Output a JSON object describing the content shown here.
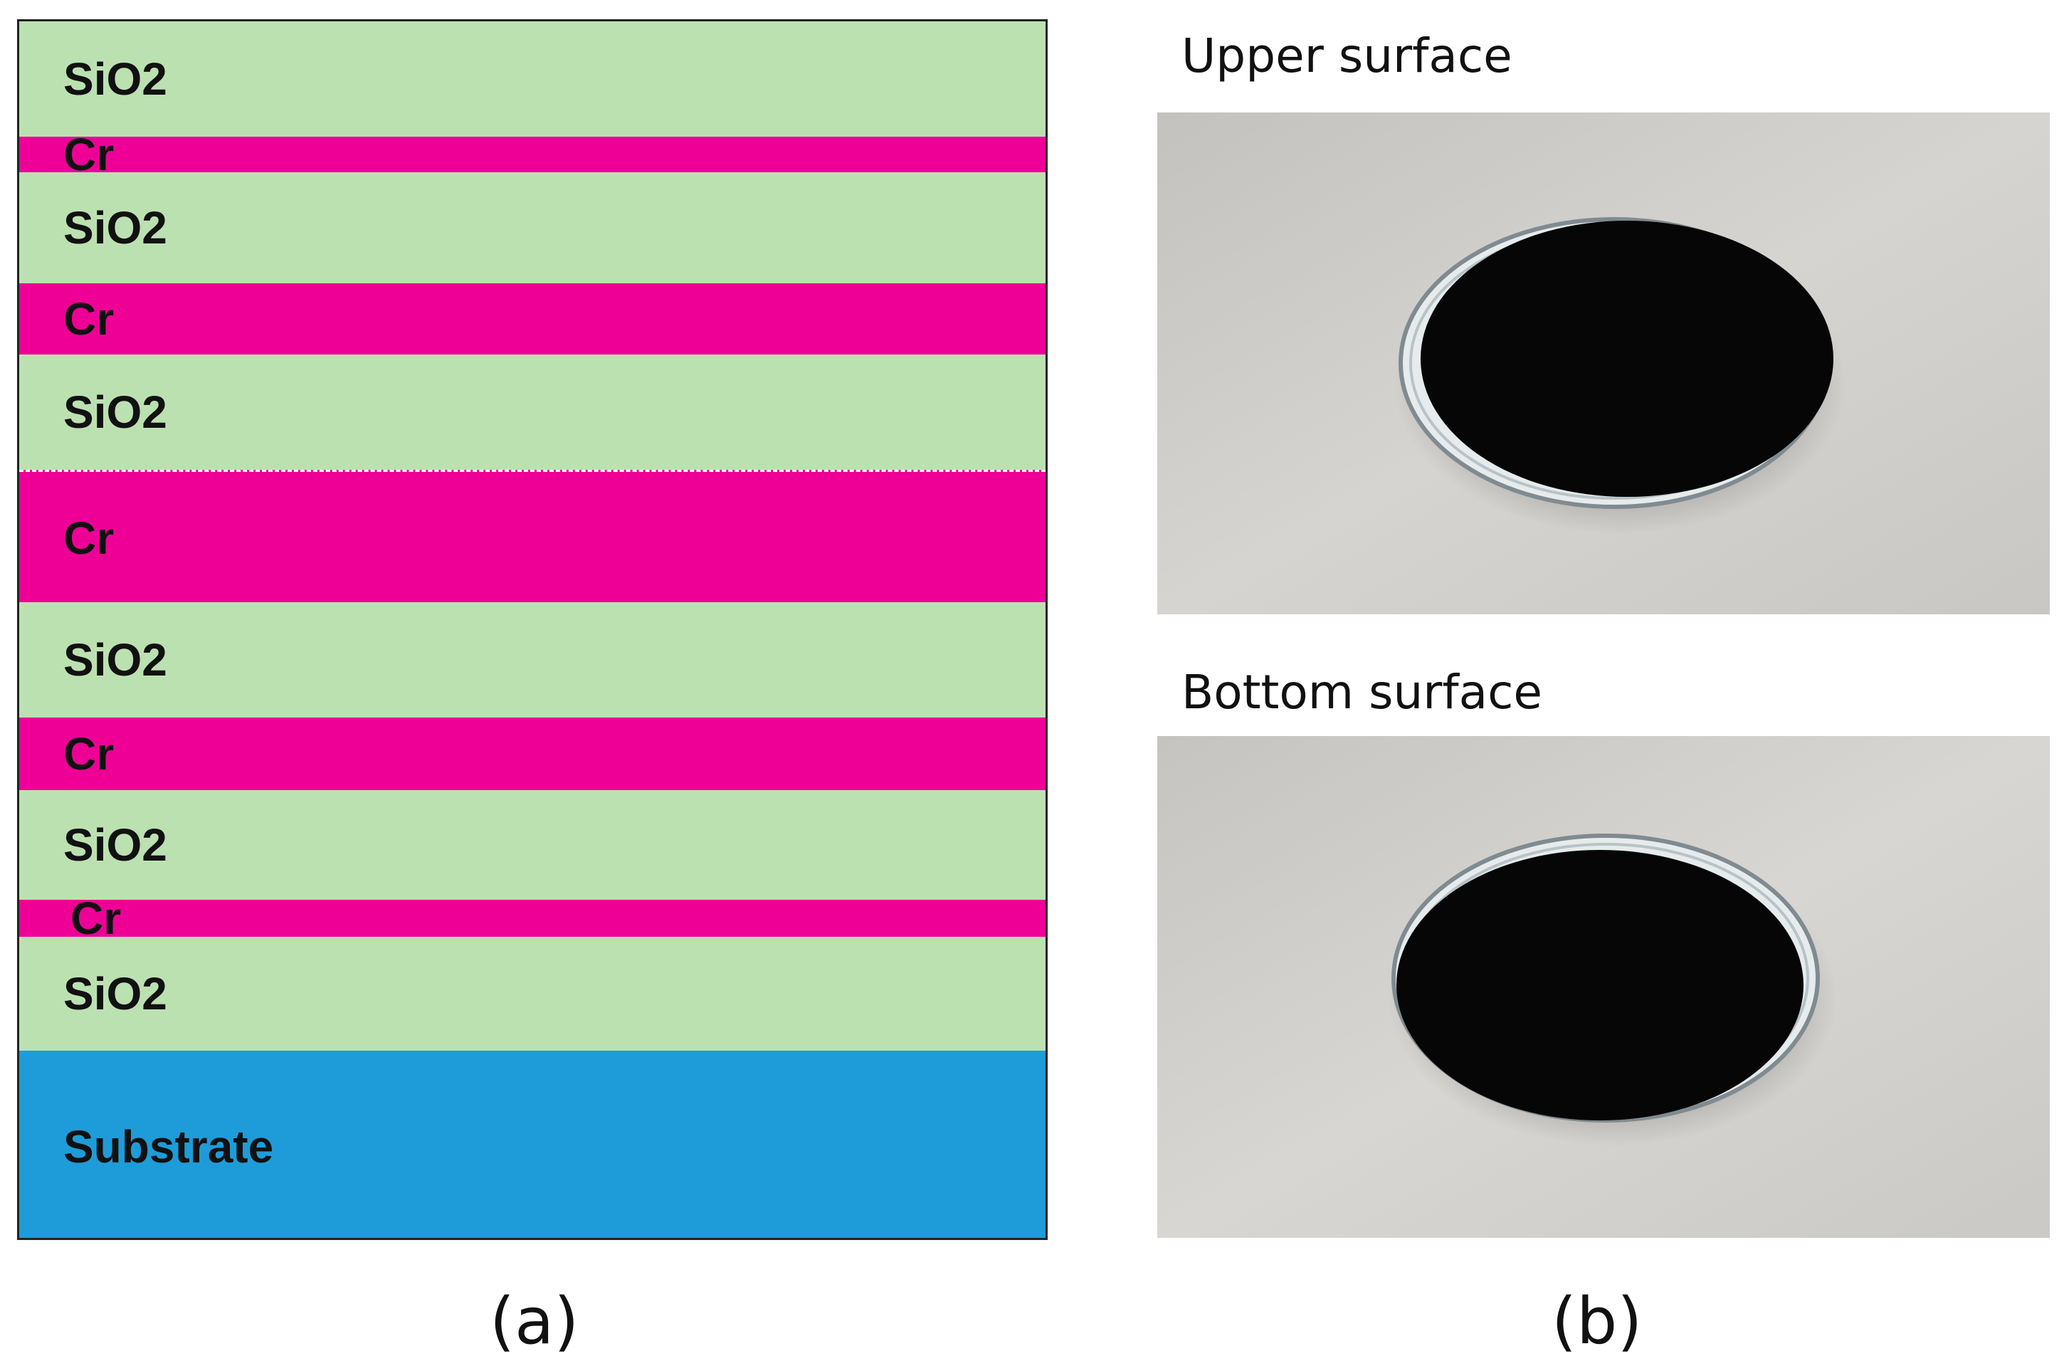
{
  "panel_a": {
    "caption": "(a)",
    "layers": [
      {
        "label": "SiO2",
        "color": "#bce1b1"
      },
      {
        "label": "Cr",
        "color": "#ee0097"
      },
      {
        "label": "SiO2",
        "color": "#bce1b1"
      },
      {
        "label": "Cr",
        "color": "#ee0097"
      },
      {
        "label": "SiO2",
        "color": "#bce1b1"
      },
      {
        "label": "Cr",
        "color": "#ee0097"
      },
      {
        "label": "SiO2",
        "color": "#bce1b1"
      },
      {
        "label": "Cr",
        "color": "#ee0097"
      },
      {
        "label": "SiO2",
        "color": "#bce1b1"
      },
      {
        "label": "Cr",
        "color": "#ee0097"
      },
      {
        "label": "SiO2",
        "color": "#bce1b1"
      },
      {
        "label": "Substrate",
        "color": "#1e9cd9"
      }
    ]
  },
  "panel_b": {
    "caption": "(b)",
    "upper_title": "Upper surface",
    "bottom_title": "Bottom surface"
  },
  "colors": {
    "sio2": "#bce1b1",
    "cr": "#ee0097",
    "substrate": "#1e9cd9",
    "paper_background": "#d9d7d3",
    "sample_disk": "#060606"
  }
}
